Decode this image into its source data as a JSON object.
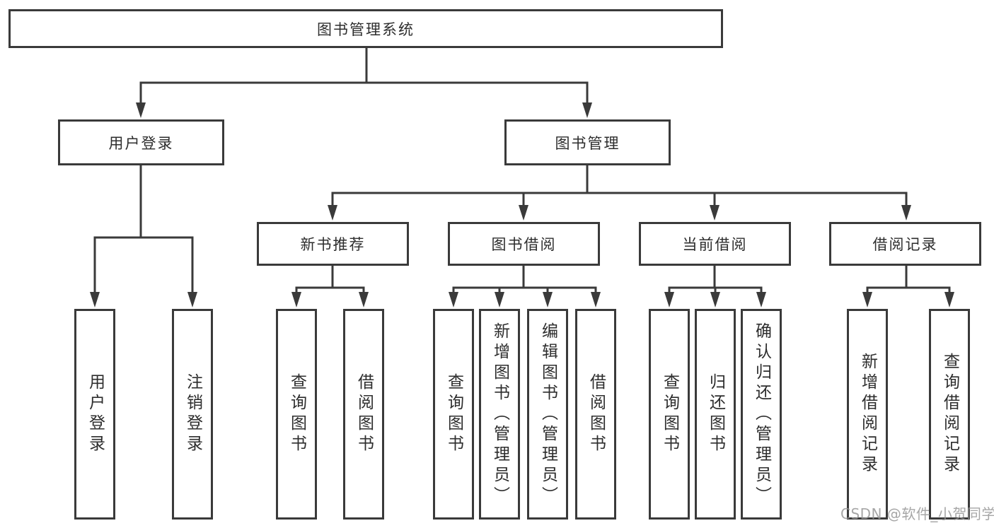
{
  "diagram": {
    "root": {
      "label": "图书管理系统"
    },
    "level2": {
      "user_login": {
        "label": "用户登录"
      },
      "book_management": {
        "label": "图书管理"
      }
    },
    "level3": {
      "new_book_recommend": {
        "label": "新书推荐"
      },
      "book_borrow": {
        "label": "图书借阅"
      },
      "current_borrow": {
        "label": "当前借阅"
      },
      "borrow_records": {
        "label": "借阅记录"
      }
    },
    "leaves": {
      "user_login": [
        "用户登录",
        "注销登录"
      ],
      "new_book_recommend": [
        "查询图书",
        "借阅图书"
      ],
      "book_borrow": [
        "查询图书",
        "新增图书（管理员）",
        "编辑图书（管理员）",
        "借阅图书"
      ],
      "current_borrow": [
        "查询图书",
        "归还图书",
        "确认归还（管理员）"
      ],
      "borrow_records": [
        "新增借阅记录",
        "查询借阅记录"
      ]
    }
  },
  "watermark": {
    "text": "CSDN @软件_小贺同学"
  },
  "colors": {
    "line": "#3a3a3a",
    "text": "#2d2d2d",
    "node_background": "#ffffff",
    "watermark": "#969696",
    "background": "#ffffff"
  }
}
